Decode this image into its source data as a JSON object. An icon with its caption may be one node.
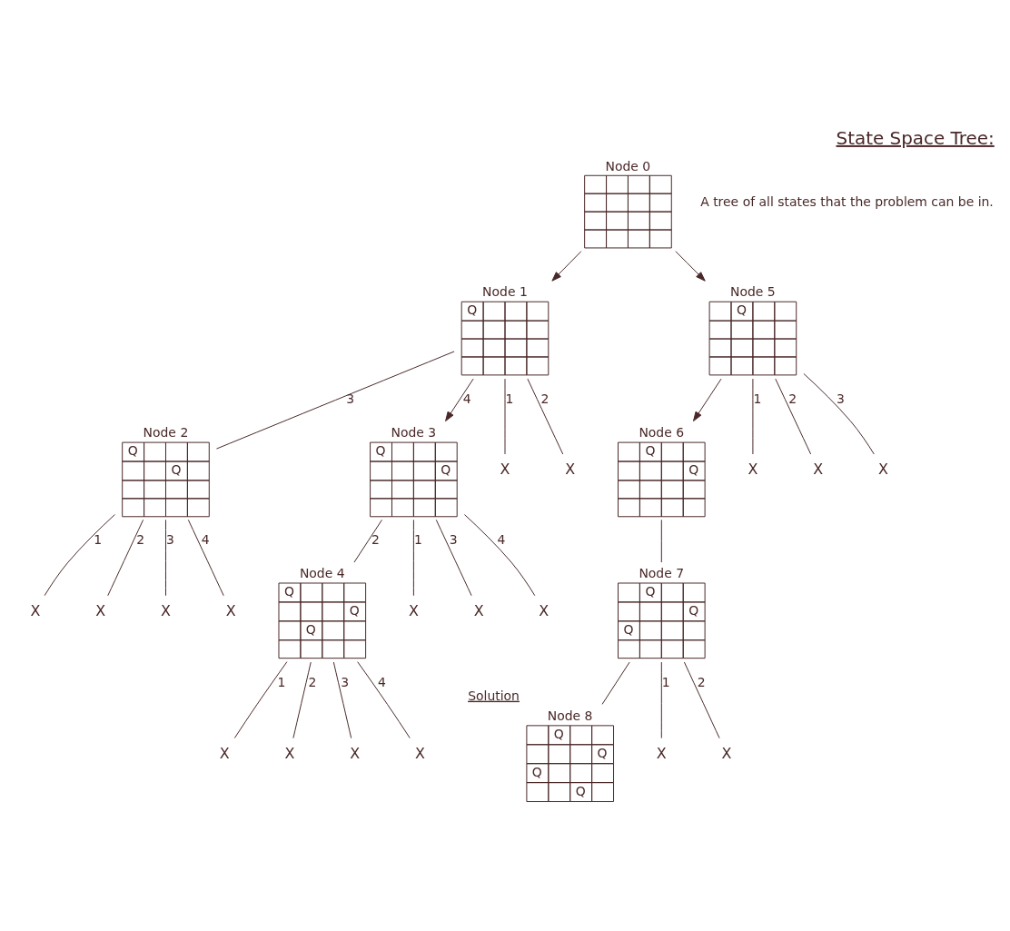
{
  "diagram": {
    "title": "State Space Tree:",
    "nodes": [
      {
        "text": [
          "Node 0"
        ]
      },
      {
        "text": [
          "Node 1",
          "Q"
        ]
      },
      {
        "text": [
          "Node 2",
          "Q",
          "Q"
        ]
      },
      {
        "text": [
          "Node 3",
          "Q",
          "Q"
        ]
      },
      {
        "text": [
          "Node 4",
          "Q",
          "Q",
          "Q"
        ]
      },
      {
        "text": [
          "Node 5",
          "Q"
        ]
      },
      {
        "text": [
          "Node 6",
          "Q",
          "Q"
        ]
      },
      {
        "text": [
          "Node 7",
          "Q",
          "Q",
          "Q"
        ]
      },
      {
        "text": [
          "Node 8",
          "Q",
          "Q",
          "Q",
          "Q"
        ],
        "beside": [
          "Solution"
        ]
      },
      {
        "text": [
          "X"
        ]
      },
      {
        "text": [
          "X"
        ]
      },
      {
        "text": [
          "X"
        ]
      },
      {
        "text": [
          "X"
        ]
      },
      {
        "text": [
          "X"
        ]
      },
      {
        "text": [
          "X"
        ]
      },
      {
        "text": [
          "X"
        ]
      },
      {
        "text": [
          "X"
        ]
      },
      {
        "text": [
          "X"
        ]
      },
      {
        "text": [
          "X"
        ]
      },
      {
        "text": [
          "X"
        ]
      },
      {
        "text": [
          "X"
        ]
      },
      {
        "text": [
          "X"
        ]
      },
      {
        "text": [
          "X"
        ]
      },
      {
        "text": [
          "X"
        ]
      },
      {
        "text": [
          "X"
        ]
      },
      {
        "text": [
          "X"
        ]
      },
      {
        "text": [
          "X"
        ]
      }
    ],
    "edges": [
      {
        "from": 0,
        "to": 1,
        "arrow": "to"
      },
      {
        "from": 0,
        "to": 5,
        "arrow": "to"
      },
      {
        "from": 1,
        "to": 9,
        "arrow": "none",
        "label": "1"
      },
      {
        "from": 1,
        "to": 10,
        "arrow": "none",
        "label": "2"
      },
      {
        "from": 1,
        "to": 2,
        "arrow": "none",
        "label": "3"
      },
      {
        "from": 1,
        "to": 3,
        "arrow": "to",
        "label": "4"
      },
      {
        "from": 5,
        "to": 11,
        "arrow": "none",
        "label": "1"
      },
      {
        "from": 5,
        "to": 12,
        "arrow": "none",
        "label": "2"
      },
      {
        "from": 5,
        "to": 13,
        "arrow": "none",
        "label": "3"
      },
      {
        "from": 5,
        "to": 6,
        "arrow": "to"
      },
      {
        "from": 2,
        "to": 14,
        "arrow": "none",
        "label": "1"
      },
      {
        "from": 2,
        "to": 15,
        "arrow": "none",
        "label": "2"
      },
      {
        "from": 2,
        "to": 16,
        "arrow": "none",
        "label": "3"
      },
      {
        "from": 2,
        "to": 17,
        "arrow": "none",
        "label": "4"
      },
      {
        "from": 3,
        "to": 18,
        "arrow": "none",
        "label": "1"
      },
      {
        "from": 3,
        "to": 4,
        "arrow": "none",
        "label": "2"
      },
      {
        "from": 3,
        "to": 19,
        "arrow": "none",
        "label": "3"
      },
      {
        "from": 3,
        "to": 20,
        "arrow": "none",
        "label": "4"
      },
      {
        "from": 4,
        "to": 21,
        "arrow": "none",
        "label": "1"
      },
      {
        "from": 4,
        "to": 22,
        "arrow": "none",
        "label": "2"
      },
      {
        "from": 4,
        "to": 23,
        "arrow": "none",
        "label": "3"
      },
      {
        "from": 4,
        "to": 24,
        "arrow": "none",
        "label": "4"
      },
      {
        "from": 6,
        "to": 7,
        "arrow": "none"
      },
      {
        "from": 7,
        "to": 25,
        "arrow": "none",
        "label": "1"
      },
      {
        "from": 7,
        "to": 26,
        "arrow": "none",
        "label": "2"
      },
      {
        "from": 7,
        "to": 8,
        "arrow": "none"
      }
    ],
    "labels": [
      "A tree of all states that the problem can be in."
    ]
  }
}
